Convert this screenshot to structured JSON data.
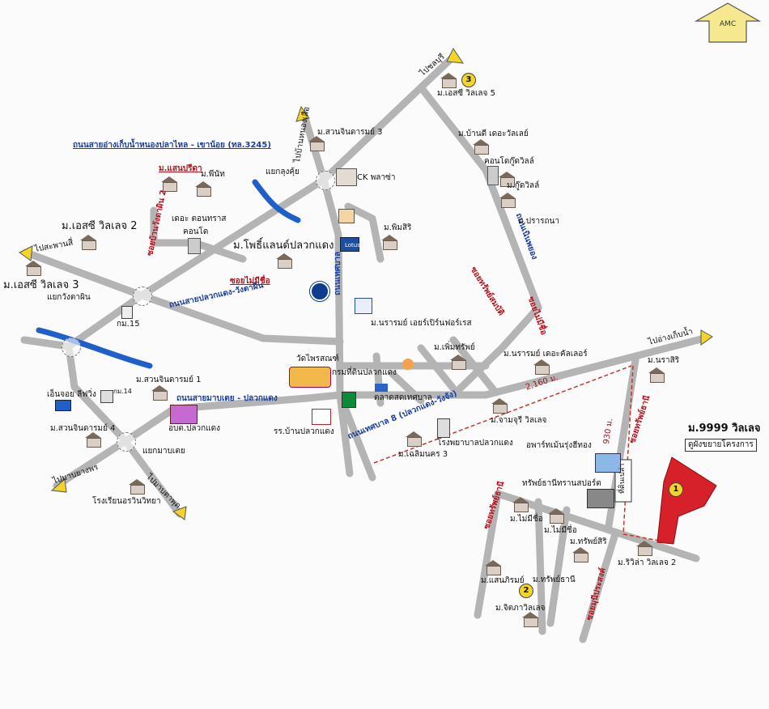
{
  "compass_label": "AMC",
  "highlight": {
    "title": "ม.9999 วิลเลจ",
    "subtitle": "ดูผังขยายโครงการ",
    "marker": "1",
    "color": "#d6202a"
  },
  "badges": {
    "badge2": "2",
    "badge3": "3"
  },
  "roads": {
    "main_highway": "ถนนสายอ่างเก็บน้ำหนองปลาไหล - เขาน้อย (ทล.3245)",
    "plakdaeng_wangtaphin": "ถนนสายปลวกแดง-วังตาผิน",
    "map_ta_phut": "ถนนสายมาบเตย - ปลวกแดง",
    "thetsaban8": "ถนนเทศบาล 8 (ปลวกแดง-วังจัง)",
    "thetsaban_vertical": "ถนนเทศบาล",
    "hillside": "ถนนเนินพยอง",
    "soi_maimisue": "ซอยไม่มีชื่อ",
    "soi_mitprasong": "ซอยทรัพย์สมบัติ",
    "soi_sapthani": "ซอยทรัพย์ธานี",
    "soi_sapthani2": "ซอยทรัพย์ธานี",
    "soi_munit": "ซอยมุนีประสงค์",
    "soi_right": "ซอยไม่มีชื่อ",
    "soi_ban_wang_taphin": "ซอยบ้านวังตาผิน 2",
    "land_plot": "ที่ดินเปล่า"
  },
  "directions": {
    "to_rayong": "ไปชลบุรี",
    "to_pluak_daeng_stn": "ไปบ้านหนองเสือ",
    "to_map_ta_phut": "ไปมาบยางพร",
    "to_wang_chan": "ไปอ่างเก็บน้ำ",
    "to_ban_khai": "ไปมาบตาพุด",
    "to_pattaya": "ไปสะพานสี่"
  },
  "junctions": {
    "yaek_lung_kui": "แยกลุงคุ้ย",
    "yaek_wang_taphin": "แยกวังตาผิน",
    "yaek_maap_toei": "แยกมาบเตย"
  },
  "distances": {
    "d_2160": "2,160 ม.",
    "d_930": "930 ม."
  },
  "places": {
    "ck_plaza": "CK พลาซ่า",
    "m_suan_chinda_3": "ม.สวนจินดารมย์ 3",
    "m_esc_village_5": "ม.เอสซี วิลเลจ 5",
    "m_baan_d_delight": "ม.บ้านดี เดอะวัลเลย์",
    "condo_goodville": "คอนโดกู๊ดวิลล์",
    "m_goodville": "ม.กู๊ดวิลล์",
    "m_pratthana": "ม.ปรารถนา",
    "m_saenpreeda": "ม.แสนปรีดา",
    "m_phinat": "ม.พีนัท",
    "the_town": "เดอะ ตอนทราส",
    "condo": "คอนโด",
    "m_esc_village_2": "ม.เอสซี วิลเลจ 2",
    "m_phothiland": "ม.โพธิ์แลนด์ปลวกแดง",
    "m_phimsiri": "ม.พิมสิริ",
    "tesco_lotus": "Lotus",
    "m_esc_village_3": "ม.เอสซี วิลเลจ 3",
    "km_15": "กม.15",
    "m_naram_airport": "ม.นรารมย์ เอยร์เปิร์นฟอร์เรส",
    "m_phimsap": "ม.เพิ่มทรัพย์",
    "m_naram_the_castle": "ม.นรารมย์ เดอะคัลเลอร์",
    "m_narasiri": "ม.นราสิริ",
    "wat_phrasat": "วัดไพรสณฑ์",
    "kromthidin": "กรมที่ดินปลวกแดง",
    "talad_thetsaban": "ตลาดสดเทศบาล",
    "m_suan_chinda_1": "ม.สวนจินดารมย์ 1",
    "m_suan_chinda_4": "ม.สวนจินดารมย์ 4",
    "en_jong": "เอ็นจอย ลีฟวิ่ง",
    "km_14": "กม.14",
    "obt": "อบต.ปลวกแดง",
    "rr_ban_pluak": "รร.บ้านปลวกแดง",
    "m_chan_juri": "ม.จามจุรี วิลเลจ",
    "hospital": "โรงพยาบาลปลวกแดง",
    "m_chalerm_nakorn": "ม.เฉลิมนคร 3",
    "school_rin": "โรงเรียนอรวินวิทยา",
    "apartment": "อพาร์ทเม้นรุ่งฮีทอง",
    "sapthani_sports": "ทรัพย์ธานีทรานสปอร์ต",
    "m_mai_mee_chue": "ม.ไม่มีชื่อ",
    "m_mai_mee_chue2": "ม.ไม่มีชื่อ",
    "m_sapsiri": "ม.ทรัพย์สิริ",
    "m_riviera": "ม.ริวิล่า วิลเลจ 2",
    "m_saenrom": "ม.แสนภิรมย์",
    "m_sapthani": "ม.ทรัพย์ธานี",
    "m_jittra": "ม.จิตภาวิลเลจ"
  },
  "colors": {
    "road": "#b4b4b4",
    "river": "#1f5fc9",
    "route_dash": "#c0392b",
    "text_blue": "#1b3f9c"
  }
}
